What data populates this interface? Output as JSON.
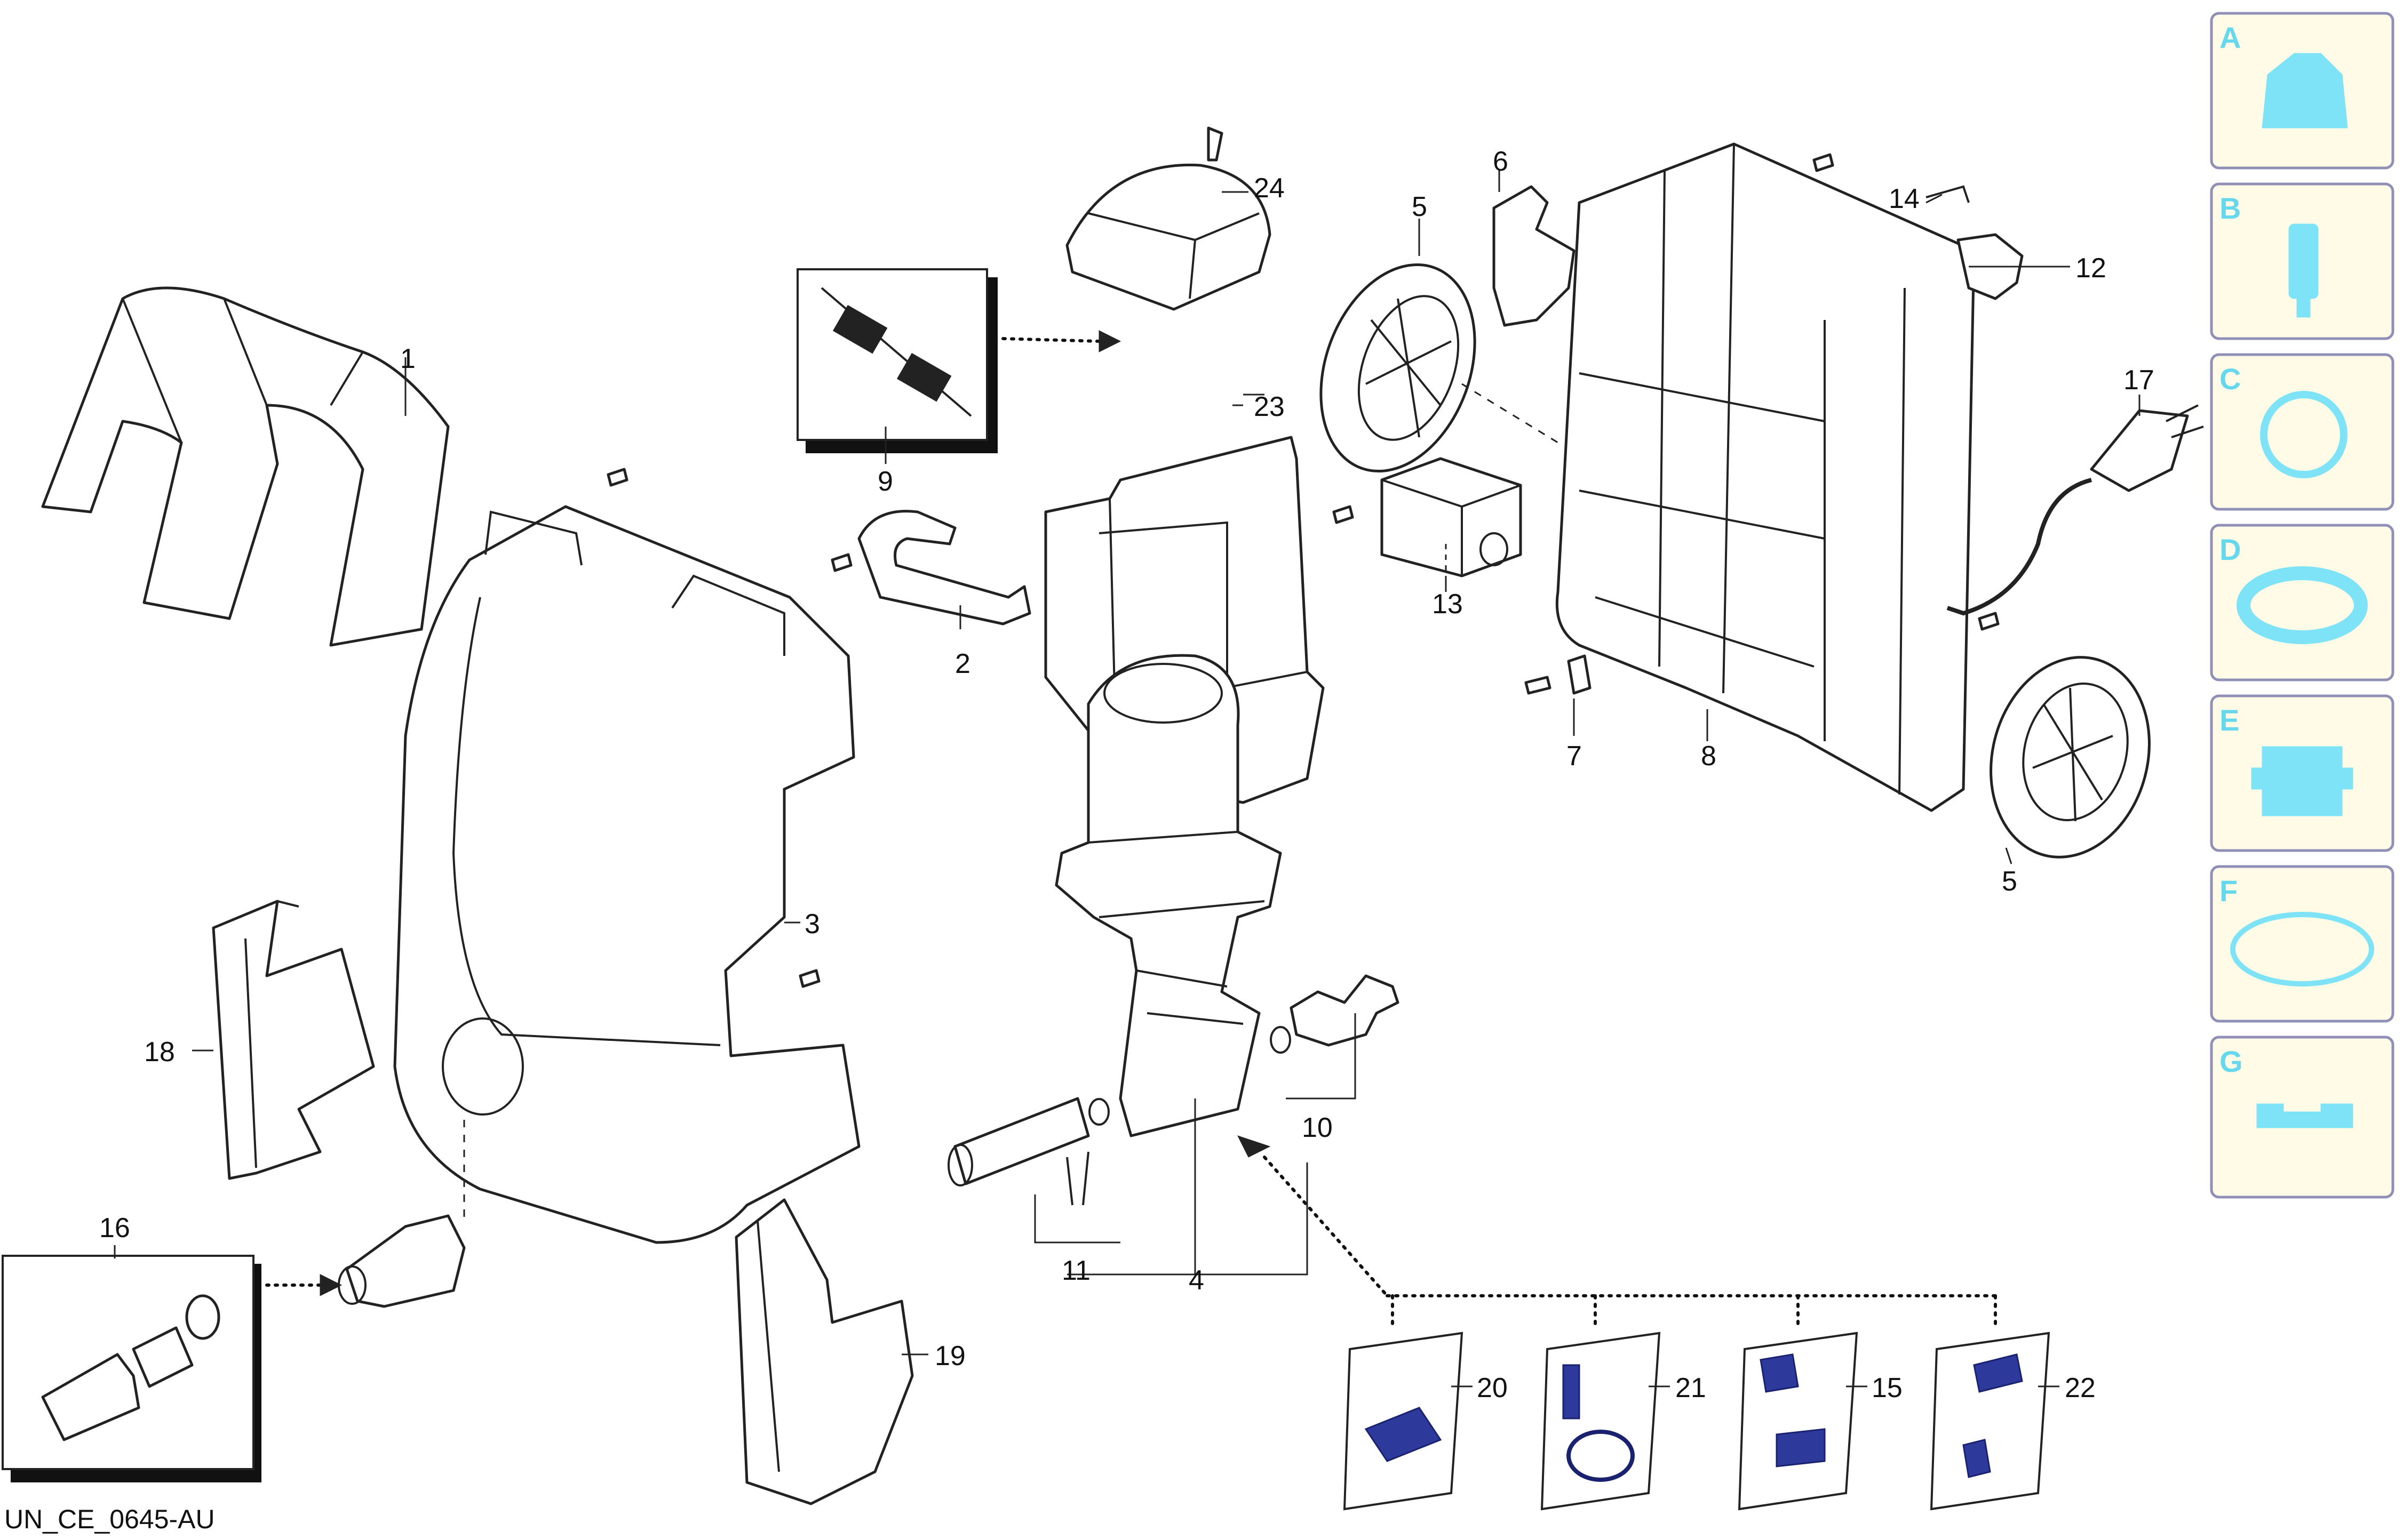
{
  "diagram_code": "UN_CE_0645-AU",
  "callouts": {
    "c1": "1",
    "c2": "2",
    "c3": "3",
    "c4": "4",
    "c5a": "5",
    "c5b": "5",
    "c6": "6",
    "c7": "7",
    "c8": "8",
    "c9": "9",
    "c10": "10",
    "c11": "11",
    "c12": "12",
    "c13": "13",
    "c14": "14",
    "c15": "15",
    "c16": "16",
    "c17": "17",
    "c18": "18",
    "c19": "19",
    "c20": "20",
    "c21": "21",
    "c22": "22",
    "c23": "23",
    "c24": "24"
  },
  "kit_legend": [
    "A",
    "B",
    "C",
    "D",
    "E",
    "F",
    "G"
  ],
  "colors": {
    "kit_icon": "#7fe3f7",
    "kit_letter": "#66d8ee",
    "kit_border": "#8f8fb8",
    "kit_fill": "#fffbe6",
    "bag_part": "#2d3a9c"
  }
}
